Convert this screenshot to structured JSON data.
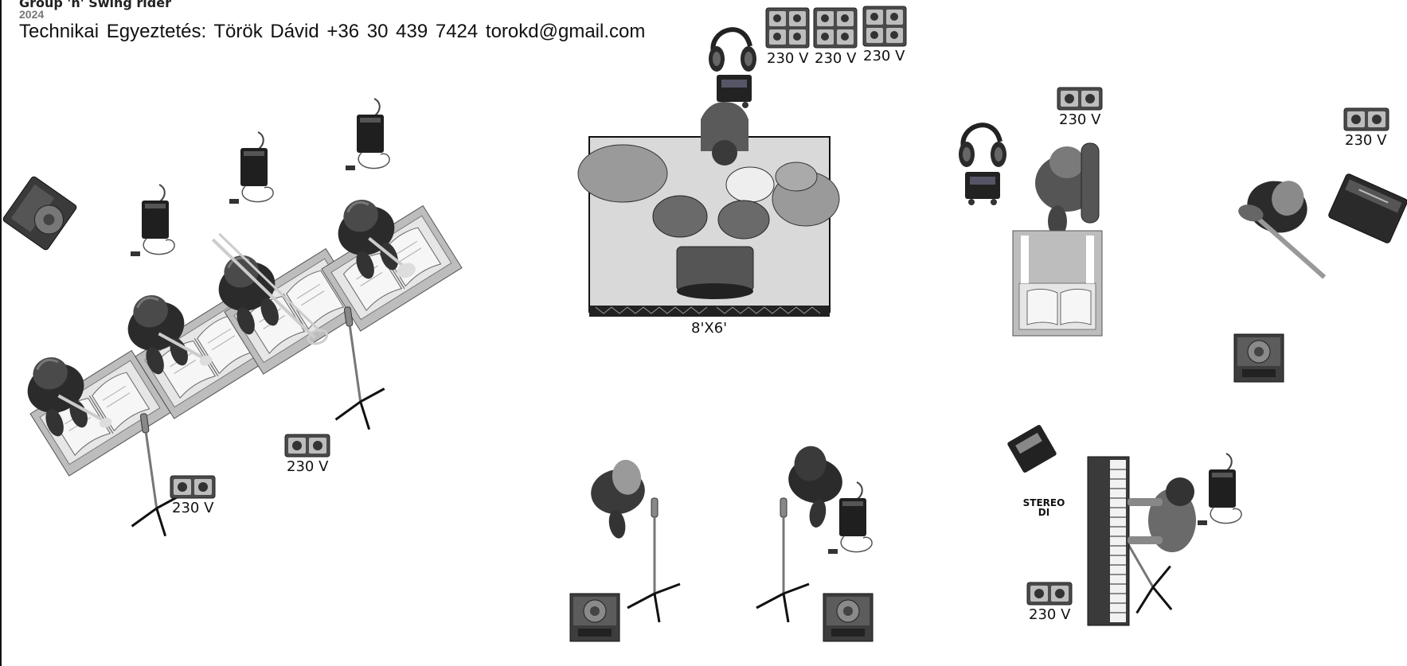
{
  "header": {
    "title": "Group 'n' Swing rider",
    "subtitle": "2024",
    "contact": "Technikai Egyeztetés: Török Dávid +36 30 439 7424 torokd@gmail.com"
  },
  "labels": {
    "outlet_voltage": "230 V",
    "drum_riser_size": "8'X6'",
    "stereo_di": "STEREO DI"
  },
  "colors": {
    "ink": "#111111",
    "figure_dark": "#2b2b2b",
    "figure_mid": "#6d6d6d",
    "riser": "#d9d9d9",
    "equipment": "#3a3a3a"
  },
  "icons": [
    "headphones-icon",
    "di-box-icon",
    "outlet-icon",
    "wedge-monitor-icon",
    "bodypack-transmitter-icon",
    "mic-stand-icon",
    "music-stand-icon",
    "guitar-amp-icon",
    "drum-kit-icon",
    "keyboard-icon"
  ]
}
